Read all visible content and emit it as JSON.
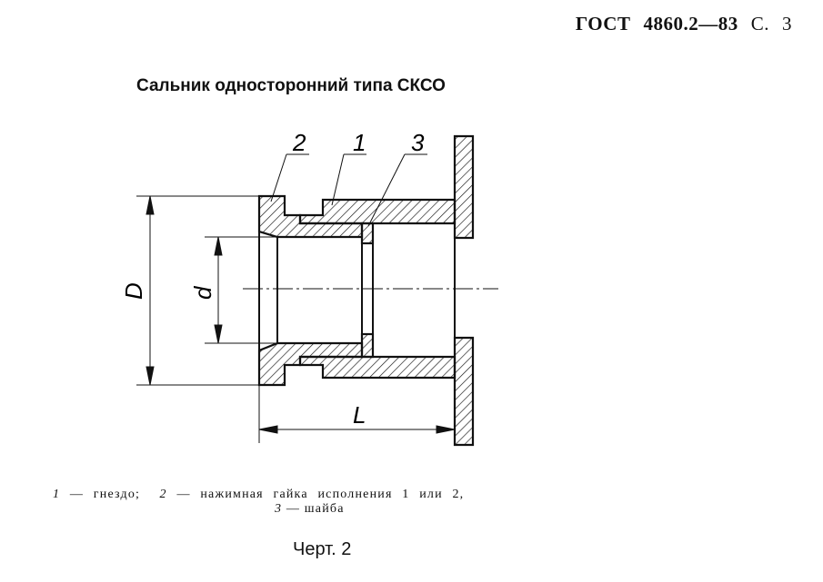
{
  "header": {
    "standard": "ГОСТ",
    "number": "4860.2—83",
    "page_label": "С.",
    "page": "3"
  },
  "title": "Сальник односторонний типа СКСО",
  "drawing": {
    "part_labels": [
      "2",
      "1",
      "3"
    ],
    "dimensions": {
      "D": "D",
      "d": "d",
      "L": "L"
    }
  },
  "legend": {
    "items": [
      {
        "num": "1",
        "text": "— гнездо;"
      },
      {
        "num": "2",
        "text": "— нажимная гайка исполнения 1 или 2,"
      },
      {
        "num": "3",
        "text": "— шайба"
      }
    ]
  },
  "caption": "Черт. 2"
}
